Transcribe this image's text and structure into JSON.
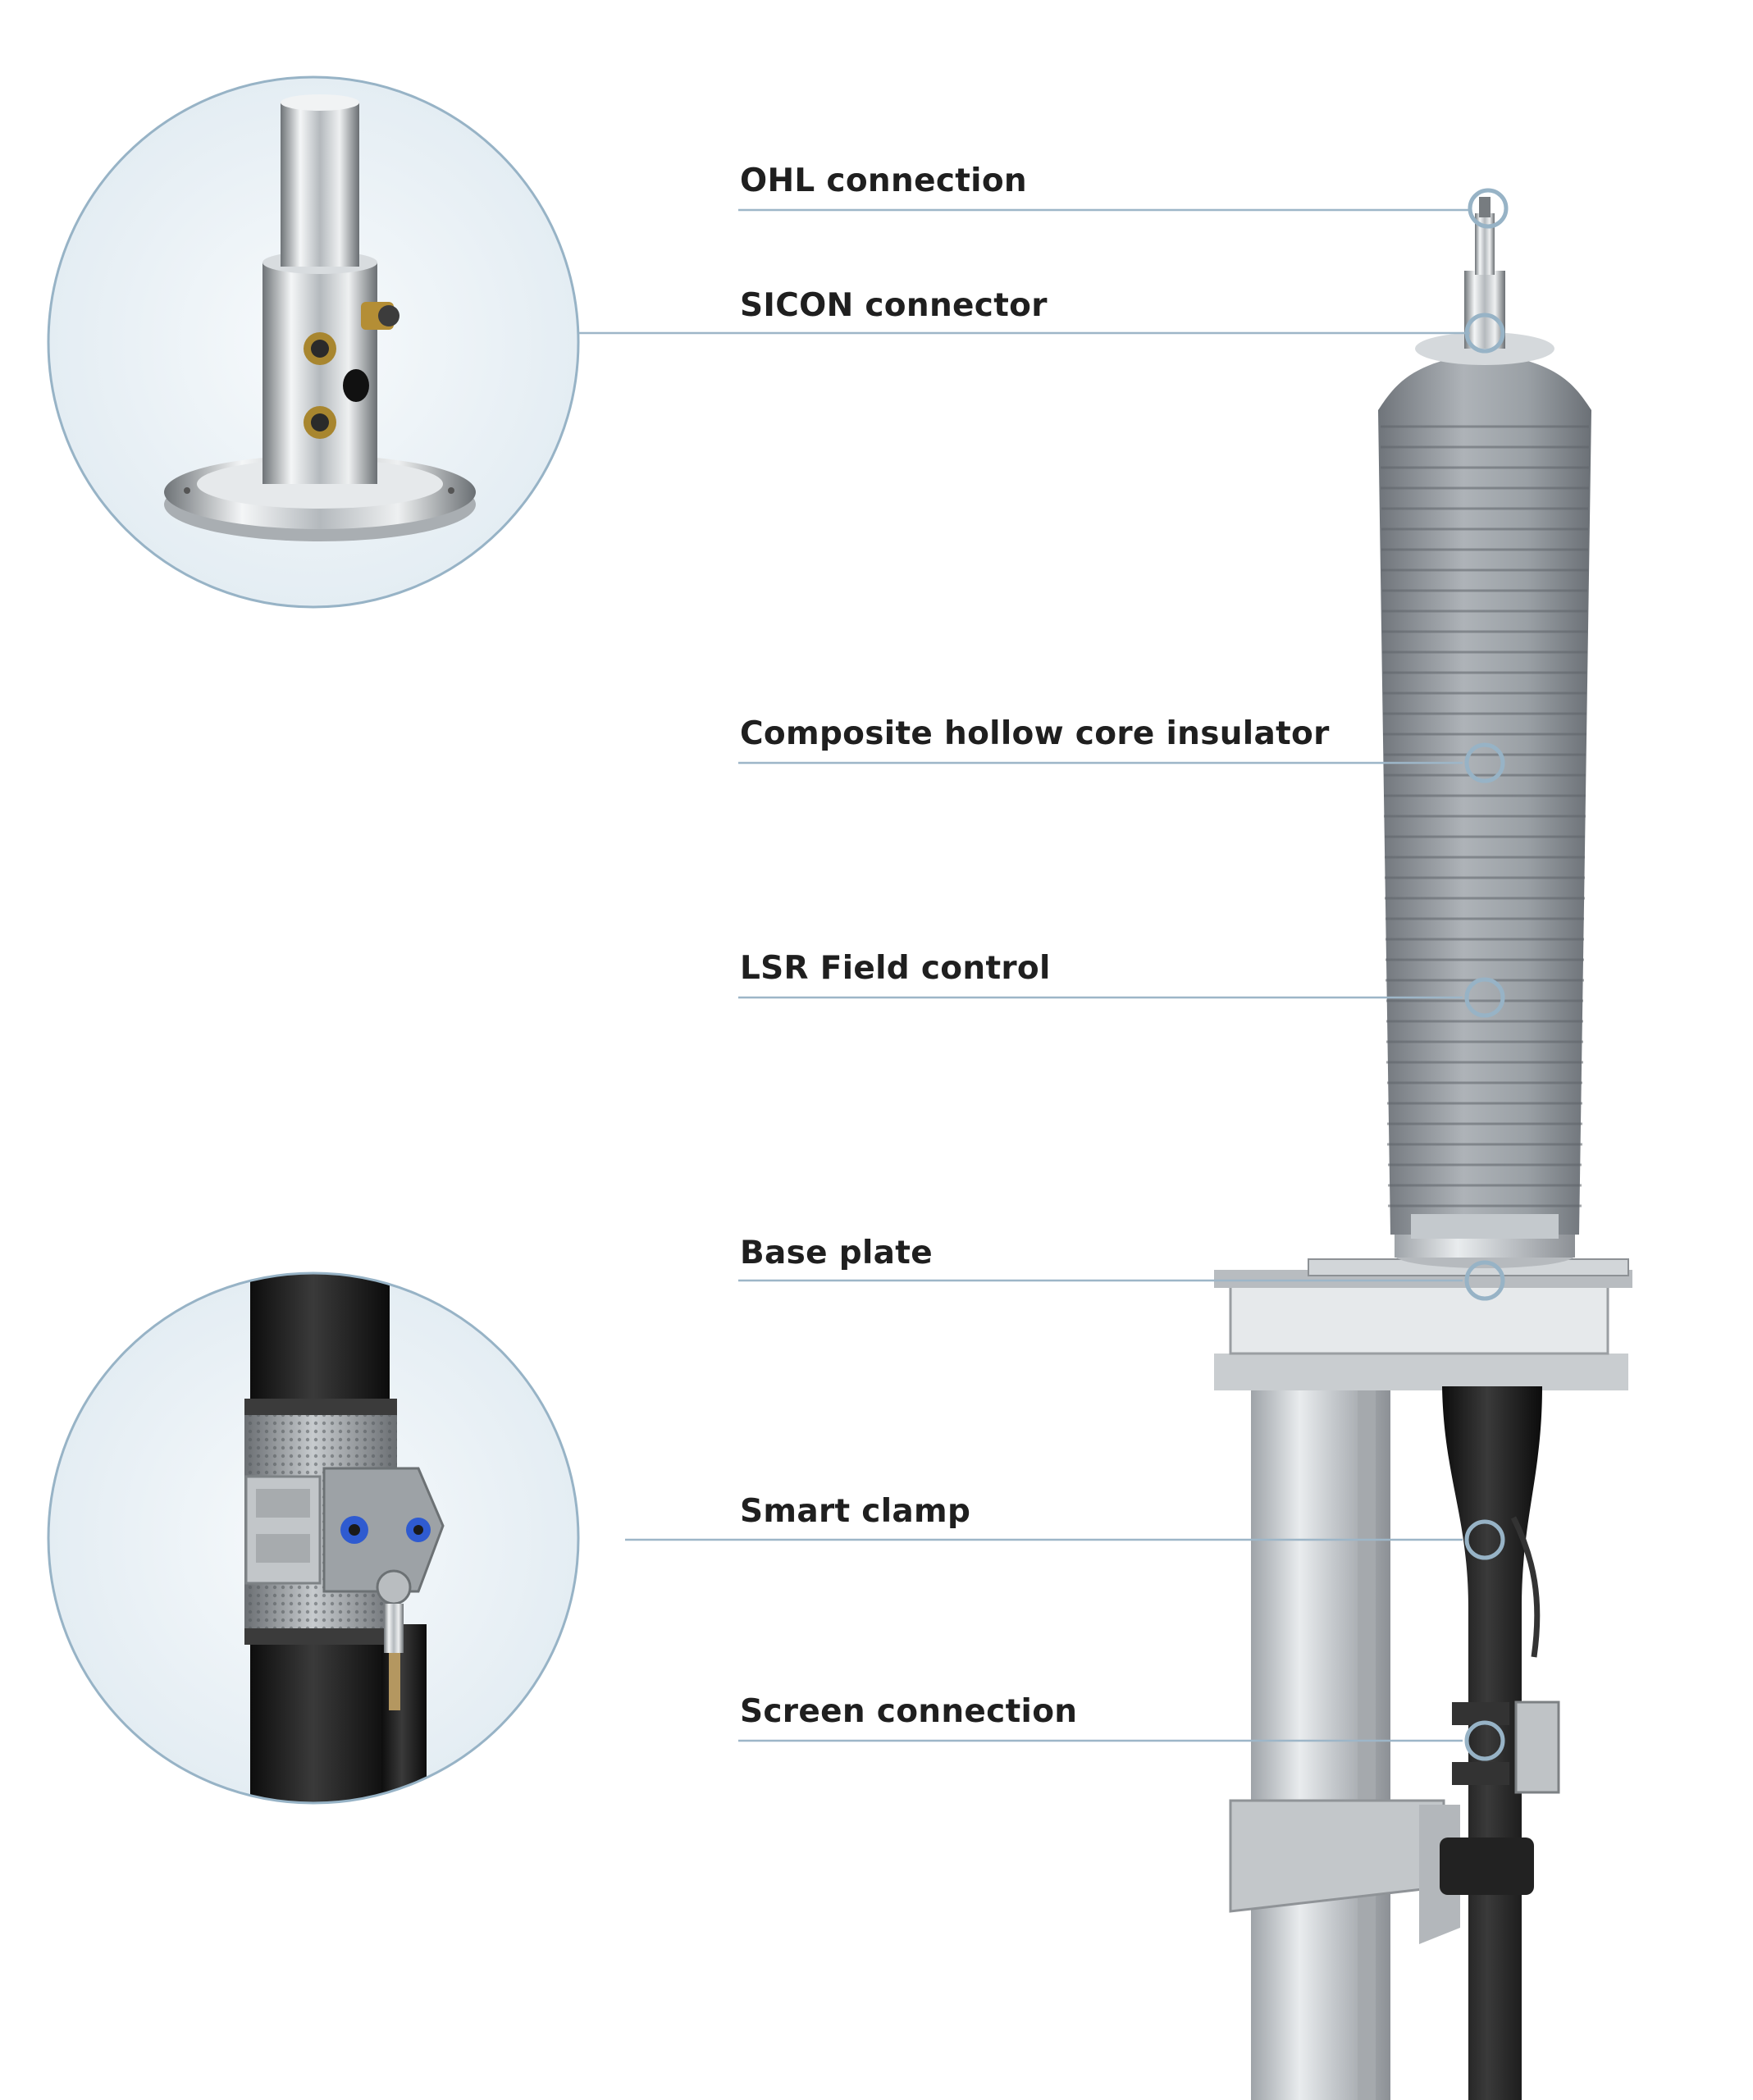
{
  "colors": {
    "background": "#ffffff",
    "leader_line": "#9db6c8",
    "marker_ring": "#97b3c6",
    "label_text": "#1f1f1f",
    "insulator": "#8e9399",
    "cable": "#1e1e1e",
    "steel": "#c8ccd0"
  },
  "labels": {
    "ohl_connection": "OHL connection",
    "sicon_connector": "SICON connector",
    "composite_insulator": "Composite hollow core insulator",
    "lsr_field_control": "LSR Field control",
    "base_plate": "Base plate",
    "smart_clamp": "Smart clamp",
    "screen_connection": "Screen connection"
  },
  "icons": {
    "sicon_detail": "sicon-connector-detail-illustration",
    "clamp_detail": "smart-clamp-detail-illustration",
    "termination": "cable-termination-illustration"
  }
}
